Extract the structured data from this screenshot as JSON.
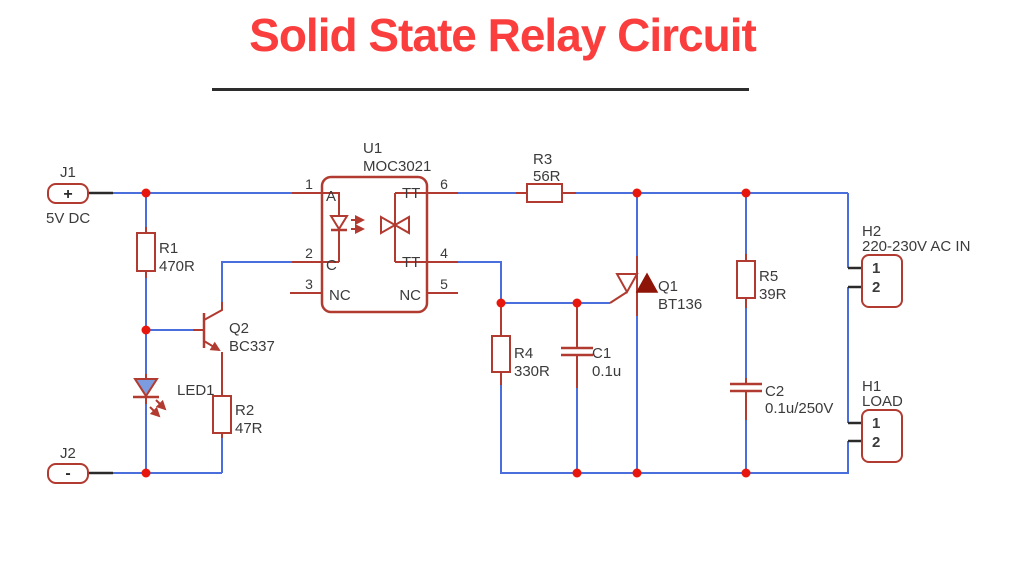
{
  "title": "Solid State Relay Circuit",
  "colors": {
    "title": "#fa3e3e",
    "underline": "#2d2d2d",
    "wire": "#4a6fdd",
    "component": "#b13b30",
    "junction": "#e8170d",
    "dark_fill": "#8e1408",
    "led_fill": "#7d9ce0",
    "text": "#3b3b3b",
    "connector_pin_line": "#2a2a2a"
  },
  "components": {
    "j1": {
      "ref": "J1",
      "polarity": "+",
      "value": "5V DC"
    },
    "j2": {
      "ref": "J2",
      "polarity": "-"
    },
    "r1": {
      "ref": "R1",
      "value": "470R"
    },
    "r2": {
      "ref": "R2",
      "value": "47R"
    },
    "r3": {
      "ref": "R3",
      "value": "56R"
    },
    "r4": {
      "ref": "R4",
      "value": "330R"
    },
    "r5": {
      "ref": "R5",
      "value": "39R"
    },
    "c1": {
      "ref": "C1",
      "value": "0.1u"
    },
    "c2": {
      "ref": "C2",
      "value": "0.1u/250V"
    },
    "led1": {
      "ref": "LED1"
    },
    "q1": {
      "ref": "Q1",
      "value": "BT136"
    },
    "q2": {
      "ref": "Q2",
      "value": "BC337"
    },
    "u1": {
      "ref": "U1",
      "value": "MOC3021",
      "pin_numbers": {
        "p1": "1",
        "p2": "2",
        "p3": "3",
        "p4": "4",
        "p5": "5",
        "p6": "6"
      },
      "pin_names": {
        "anode": "A",
        "cathode": "C",
        "nc_left": "NC",
        "nc_right": "NC",
        "tt_top": "TT",
        "tt_bottom": "TT"
      }
    },
    "h2": {
      "ref": "H2",
      "value": "220-230V AC IN",
      "pin1": "1",
      "pin2": "2"
    },
    "h1": {
      "ref": "H1",
      "value": "LOAD",
      "pin1": "1",
      "pin2": "2"
    }
  }
}
